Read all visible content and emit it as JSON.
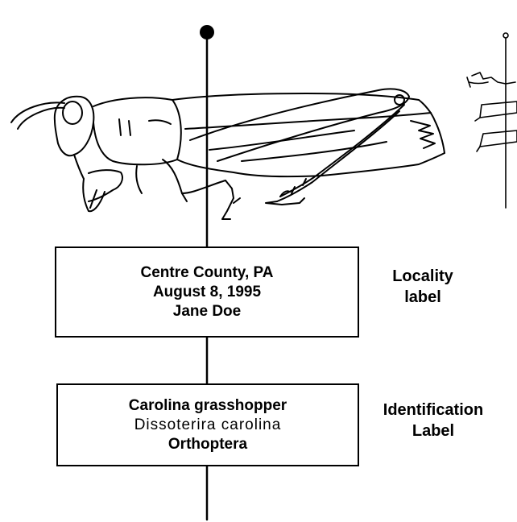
{
  "locality_label": {
    "lines": [
      "Centre County, PA",
      "August 8, 1995",
      "Jane Doe"
    ],
    "caption": [
      "Locality",
      "label"
    ]
  },
  "identification_label": {
    "common_name": "Carolina grasshopper",
    "scientific_name": "Dissoterira carolina",
    "order": "Orthoptera",
    "caption": [
      "Identification",
      "Label"
    ]
  }
}
